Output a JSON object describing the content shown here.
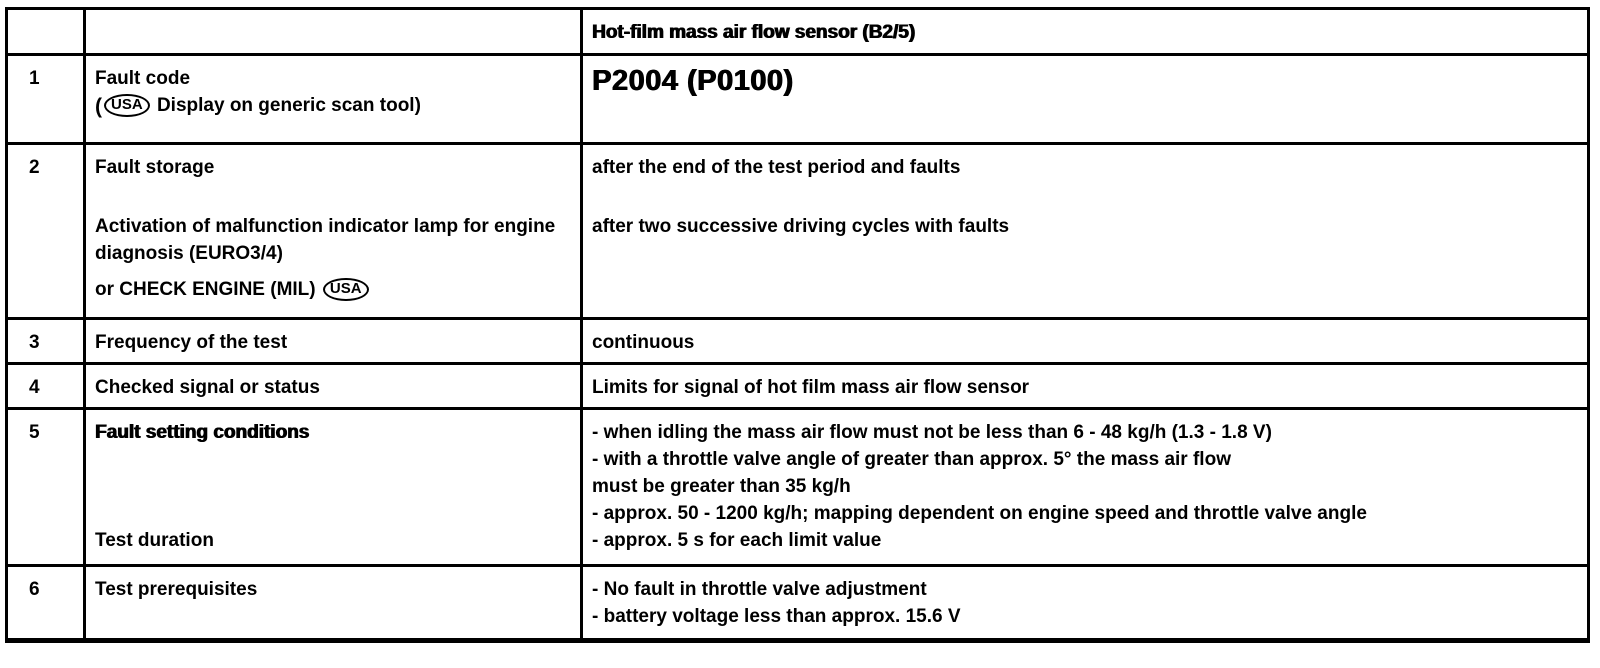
{
  "badge_label": "USA",
  "header": {
    "sensor_title": "Hot-film mass air flow sensor (B2/5)"
  },
  "rows": {
    "r1": {
      "num": "1",
      "label_line1": "Fault code",
      "label_line2_prefix": "(",
      "label_line2": "Display on generic scan tool)",
      "fault_code": "P2004 (P0100)"
    },
    "r2": {
      "num": "2",
      "label_p1": "Fault storage",
      "label_p2": "Activation of malfunction indicator lamp for engine diagnosis (EURO3/4)",
      "label_p3": "or CHECK ENGINE (MIL)",
      "value_p1": "after the end of the test period and faults",
      "value_p2": "after two successive driving cycles with faults"
    },
    "r3": {
      "num": "3",
      "label": "Frequency of the test",
      "value": "continuous"
    },
    "r4": {
      "num": "4",
      "label": "Checked signal or status",
      "value": "Limits for signal of hot film mass air flow sensor"
    },
    "r5": {
      "num": "5",
      "label_top": "Fault setting conditions",
      "label_bottom": "Test duration",
      "value_lines": [
        "- when idling the mass air flow must not be less than 6 - 48 kg/h (1.3 - 1.8 V)",
        "- with a throttle valve angle of greater than approx. 5° the mass air flow",
        "must be greater than 35 kg/h",
        "- approx. 50 - 1200 kg/h; mapping dependent on engine speed and throttle valve angle",
        "- approx. 5 s for each limit value"
      ]
    },
    "r6": {
      "num": "6",
      "label": "Test prerequisites",
      "value_lines": [
        "- No fault in throttle valve adjustment",
        "- battery voltage less than approx. 15.6 V"
      ]
    }
  }
}
